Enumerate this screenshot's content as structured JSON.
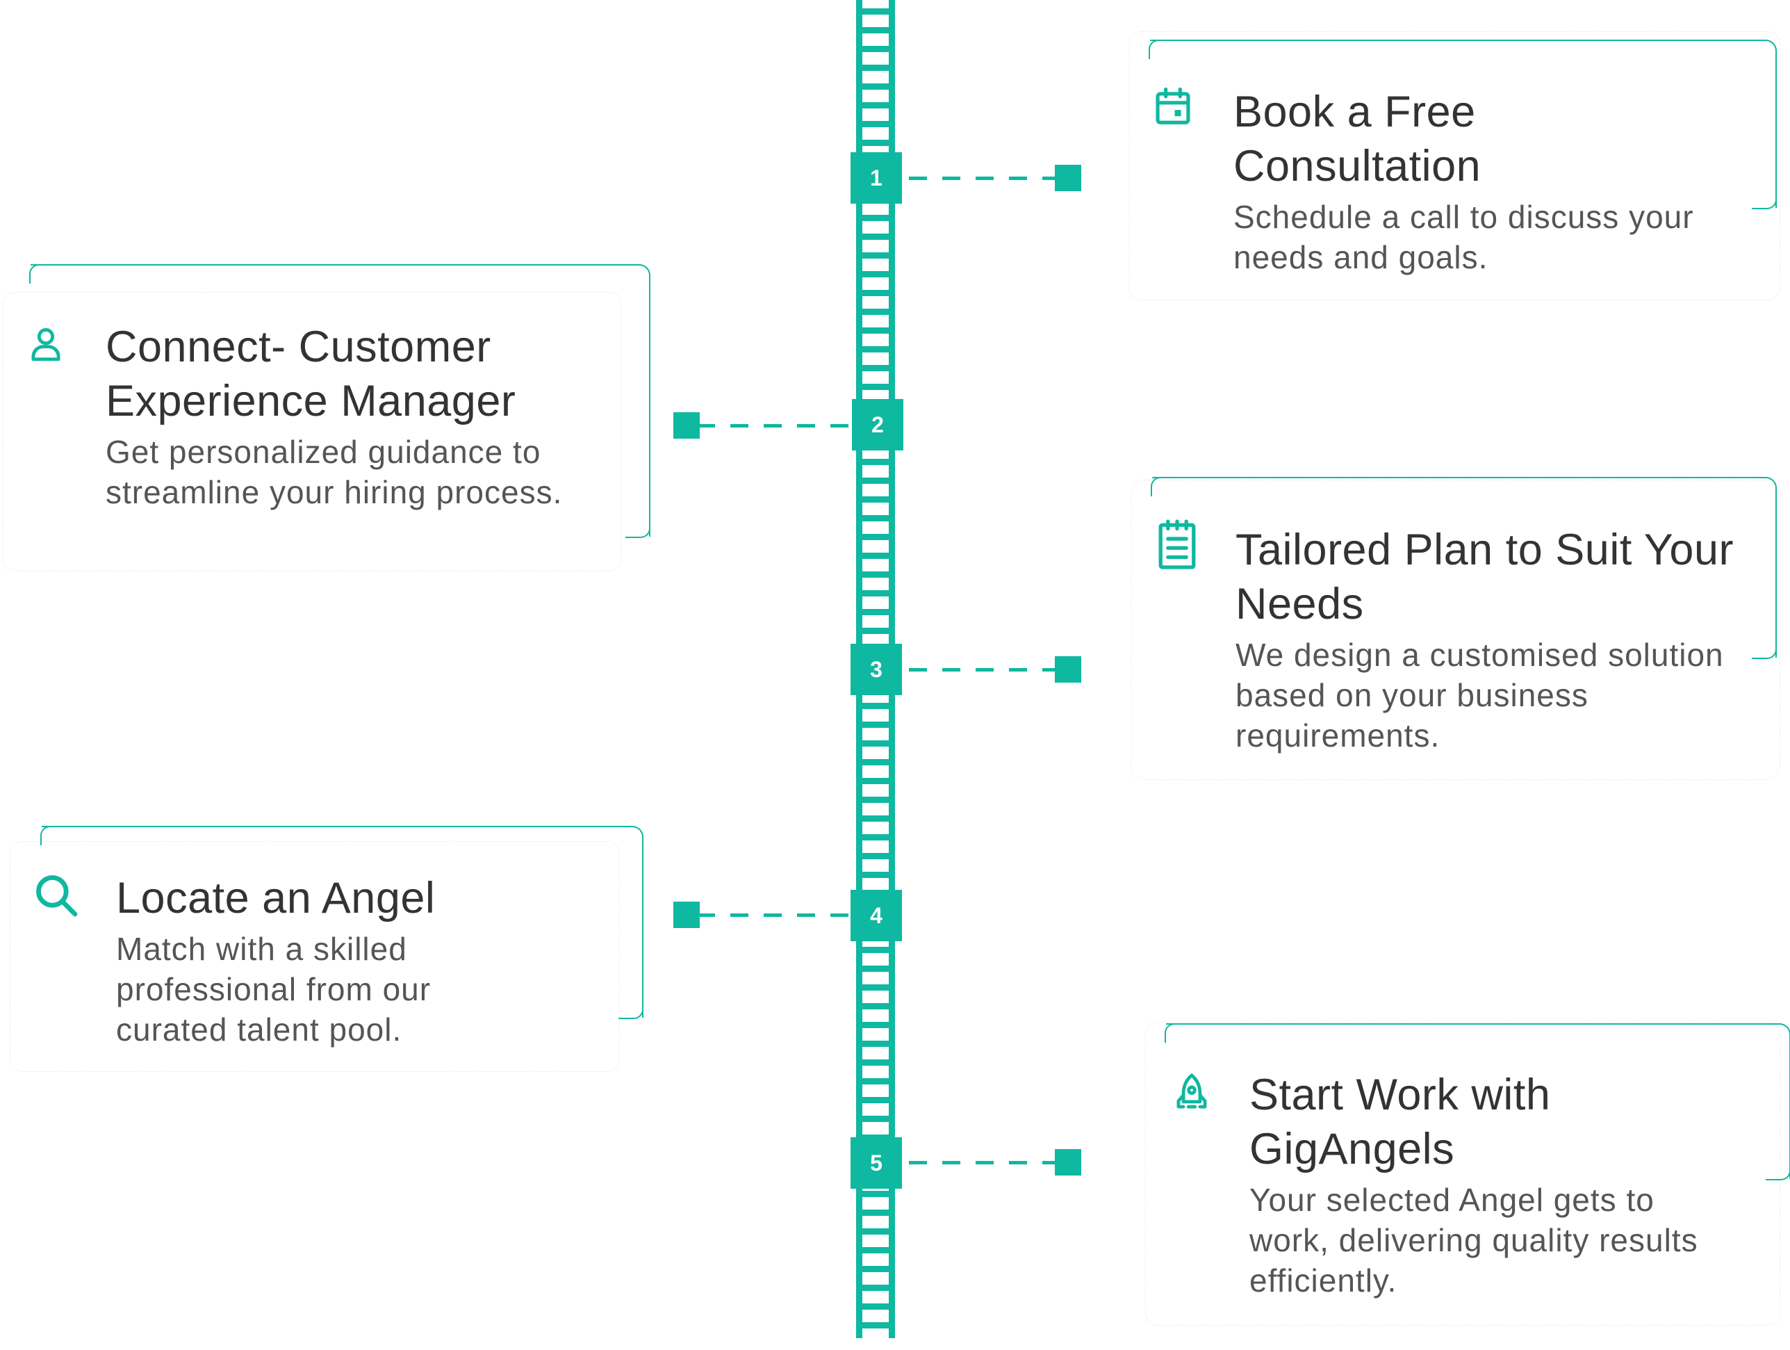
{
  "accent_color": "#0fb8a0",
  "steps": [
    {
      "number": "1",
      "icon": "calendar-icon",
      "title": "Book a Free Consultation",
      "description": "Schedule a call to discuss your needs and goals."
    },
    {
      "number": "2",
      "icon": "user-icon",
      "title": "Connect- Customer Experience Manager",
      "description": "Get personalized guidance to streamline your hiring process."
    },
    {
      "number": "3",
      "icon": "notepad-icon",
      "title": "Tailored Plan to Suit Your Needs",
      "description": "We design a customised solution based on your business requirements."
    },
    {
      "number": "4",
      "icon": "search-icon",
      "title": "Locate an Angel",
      "description": "Match with a skilled professional from our curated talent pool."
    },
    {
      "number": "5",
      "icon": "rocket-icon",
      "title": "Start Work with GigAngels",
      "description": "Your selected Angel gets to work, delivering quality results efficiently."
    }
  ]
}
